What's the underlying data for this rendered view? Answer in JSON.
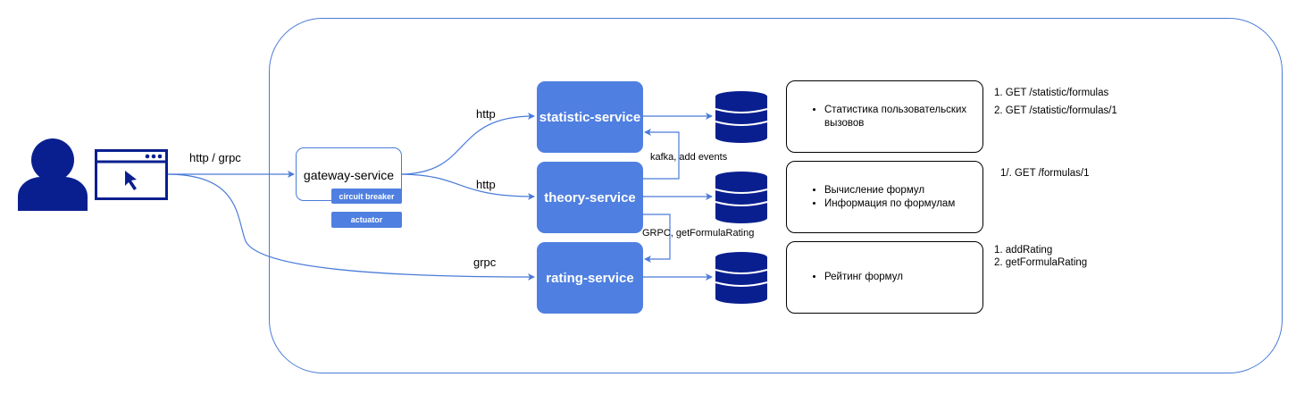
{
  "connections": {
    "user_to_gateway": "http / grpc",
    "gateway_to_statistic": "http",
    "gateway_to_theory": "http",
    "client_to_rating": "grpc",
    "theory_to_statistic": "kafka, add events",
    "theory_to_rating": "GRPC, getFormulaRating"
  },
  "gateway": {
    "label": "gateway-service",
    "circuit_breaker": "circuit breaker",
    "actuator": "actuator"
  },
  "services": [
    {
      "label": "statistic-service"
    },
    {
      "label": "theory-service"
    },
    {
      "label": "rating-service"
    }
  ],
  "descriptions": [
    {
      "items": [
        "Статистика пользовательских вызовов"
      ]
    },
    {
      "items": [
        "Вычисление формул",
        "Информация по формулам"
      ]
    },
    {
      "items": [
        "Рейтинг формул"
      ]
    }
  ],
  "endpoints": [
    {
      "lines": [
        "1. GET /statistic/formulas",
        "2. GET /statistic/formulas/1"
      ]
    },
    {
      "lines": [
        "1/. GET /formulas/1"
      ]
    },
    {
      "lines": [
        "1. addRating",
        "2. getFormulaRating"
      ]
    }
  ],
  "colors": {
    "accent": "#4f7fe0",
    "line": "#4a7bd8",
    "icon": "#0a1f8f"
  },
  "icons": [
    "user-icon",
    "browser-icon",
    "database-icon"
  ]
}
